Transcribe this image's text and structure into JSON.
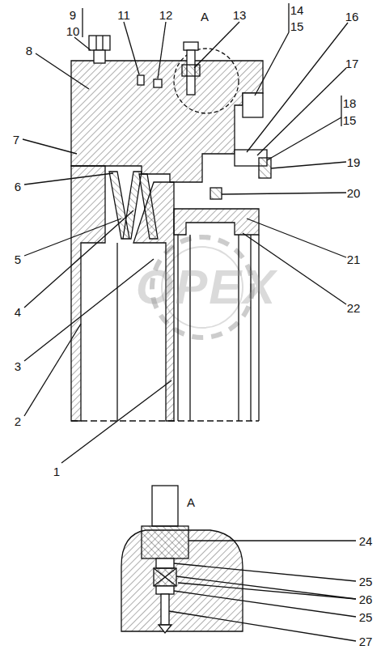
{
  "diagram": {
    "labels": [
      "9",
      "10",
      "11",
      "12",
      "A",
      "13",
      "14",
      "15",
      "16",
      "8",
      "17",
      "18",
      "15",
      "7",
      "19",
      "6",
      "20",
      "5",
      "21",
      "4",
      "22",
      "3",
      "2",
      "1",
      "A",
      "24",
      "25",
      "26",
      "25",
      "27",
      "OPEX"
    ]
  }
}
